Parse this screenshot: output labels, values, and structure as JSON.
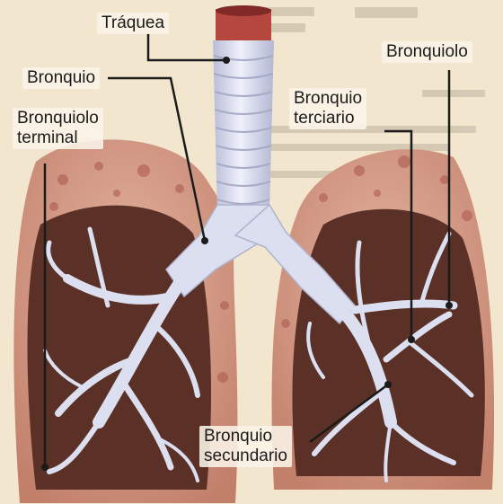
{
  "labels": {
    "traquea": "Tráquea",
    "bronquio": "Bronquio",
    "bronquiolo": "Bronquiolo",
    "bronquiolo_terminal": [
      "Bronquiolo",
      "terminal"
    ],
    "bronquio_terciario": [
      "Bronquio",
      "terciario"
    ],
    "bronquio_secundario": [
      "Bronquio",
      "secundario"
    ]
  },
  "colors": {
    "page_background": "#f3e6cf",
    "lung_outer": "#d8a18c",
    "lung_inner": "#5b3026",
    "airway": "#dcdff0",
    "trachea_top": "#b5473f",
    "leader_line": "#1b1b1b"
  }
}
